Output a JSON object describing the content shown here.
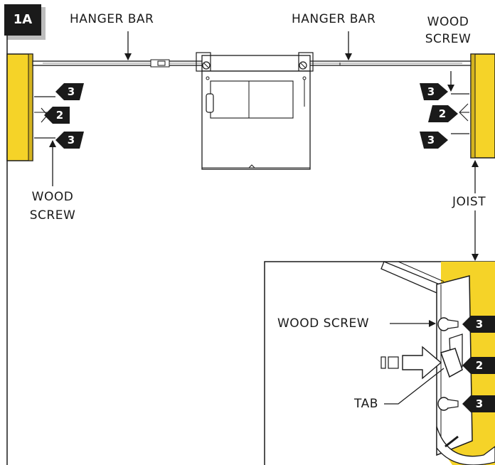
{
  "figure": {
    "id_badge": "1A",
    "labels": {
      "hanger_bar_left": "HANGER BAR",
      "hanger_bar_right": "HANGER BAR",
      "wood_screw_top_right_line1": "WOOD",
      "wood_screw_top_right_line2": "SCREW",
      "wood_screw_left_line1": "WOOD",
      "wood_screw_left_line2": "SCREW",
      "joist": "JOIST",
      "detail_wood_screw": "WOOD SCREW",
      "detail_tab": "TAB"
    },
    "step_markers": {
      "left_top": "3",
      "left_mid": "2",
      "left_bottom": "3",
      "right_top": "3",
      "right_mid": "2",
      "right_bottom": "3",
      "detail_top": "3",
      "detail_mid": "2",
      "detail_bottom": "3"
    },
    "colors": {
      "joist_yellow": "#f5d328",
      "ink": "#1a1a1a",
      "badge": "#1a1a1a"
    }
  }
}
